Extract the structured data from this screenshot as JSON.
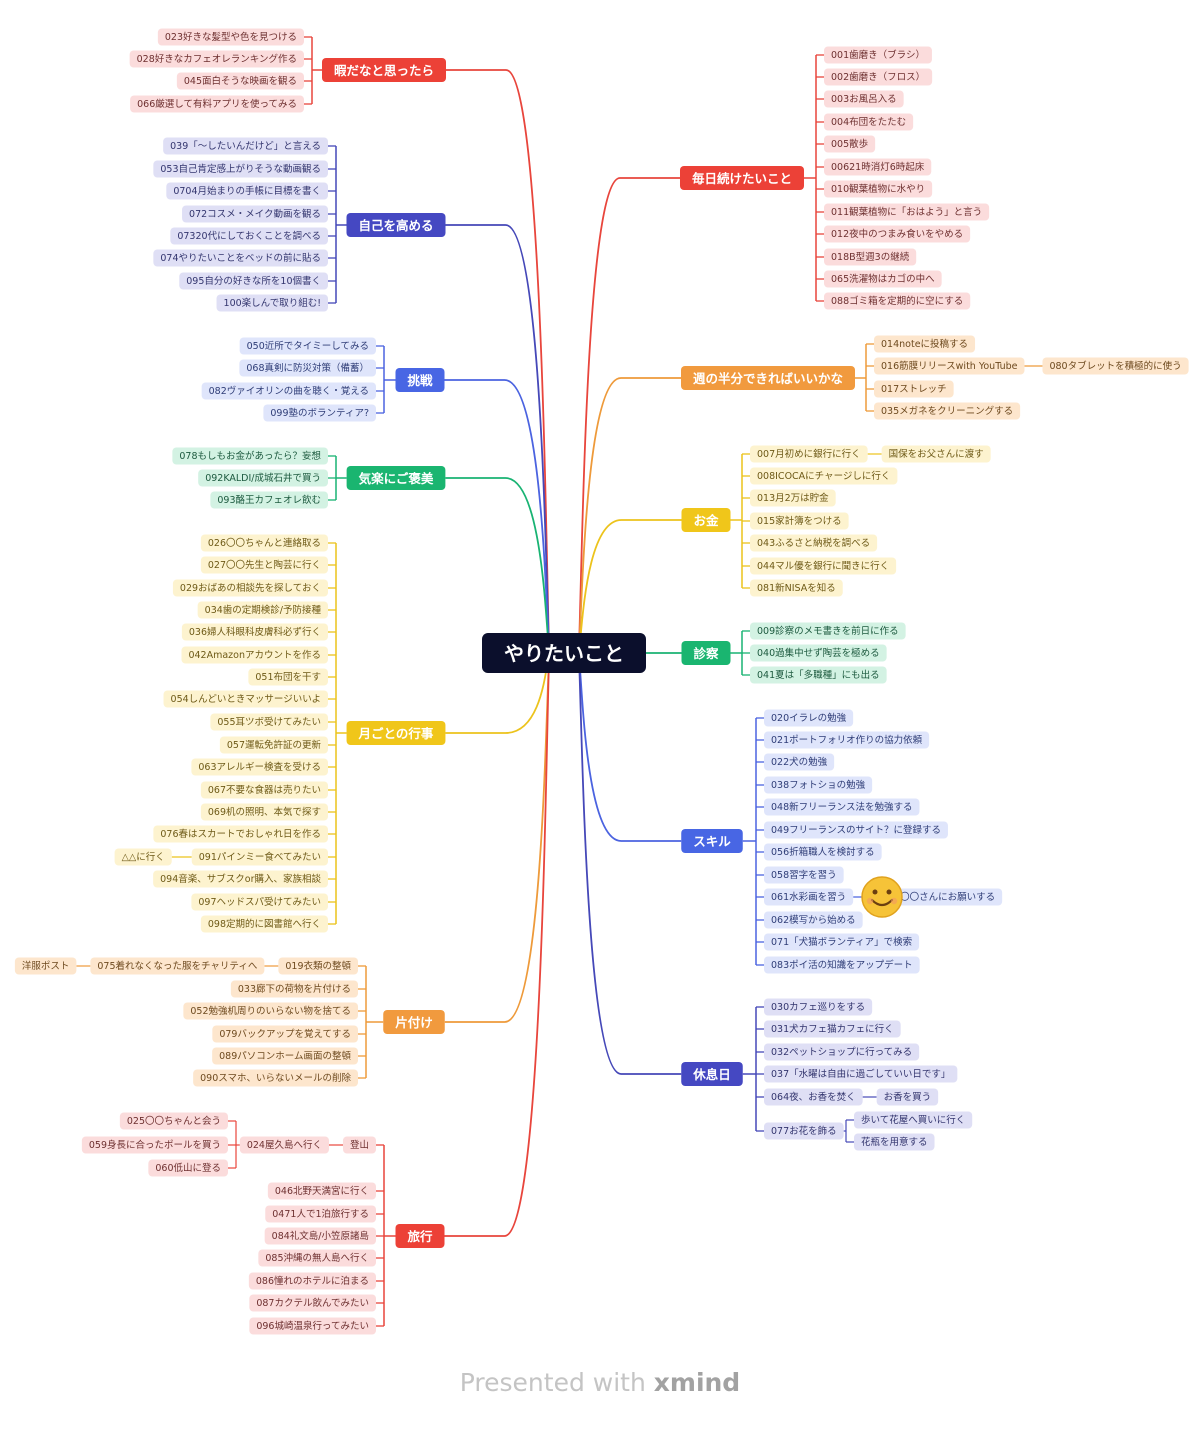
{
  "center": {
    "label": "やりたいこと"
  },
  "colors": {
    "red": {
      "line": "#e8453c",
      "fill": "#ec4137",
      "leaf": "#fbdcdc",
      "leafText": "#6e3030"
    },
    "indigo": {
      "line": "#4548b8",
      "fill": "#4548c2",
      "leaf": "#dfdff5",
      "leafText": "#33356e"
    },
    "blue": {
      "line": "#4b63e0",
      "fill": "#4866e4",
      "leaf": "#dfe5fb",
      "leafText": "#2f3d77"
    },
    "green": {
      "line": "#19b373",
      "fill": "#1ab570",
      "leaf": "#d3f2e3",
      "leafText": "#1d5a3f"
    },
    "yellow": {
      "line": "#ecc31c",
      "fill": "#f0c61a",
      "leaf": "#fdf3cf",
      "leafText": "#6e5a17"
    },
    "orange": {
      "line": "#ee9a3a",
      "fill": "#f19a3e",
      "leaf": "#fde6cd",
      "leafText": "#6e4a1f"
    }
  },
  "branches": [
    {
      "id": "b1",
      "label": "暇だなと思ったら",
      "color": "red",
      "items": [
        {
          "text": "023好きな髪型や色を見つける"
        },
        {
          "text": "028好きなカフェオレランキング作る"
        },
        {
          "text": "045面白そうな映画を観る"
        },
        {
          "text": "066厳選して有料アプリを使ってみる"
        }
      ]
    },
    {
      "id": "b2",
      "label": "自己を高める",
      "color": "indigo",
      "items": [
        {
          "text": "039「〜したいんだけど」と言える"
        },
        {
          "text": "053自己肯定感上がりそうな動画観る"
        },
        {
          "text": "0704月始まりの手帳に目標を書く"
        },
        {
          "text": "072コスメ・メイク動画を観る"
        },
        {
          "text": "07320代にしておくことを調べる"
        },
        {
          "text": "074やりたいことをベッドの前に貼る"
        },
        {
          "text": "095自分の好きな所を10個書く"
        },
        {
          "text": "100楽しんで取り組む!"
        }
      ]
    },
    {
      "id": "b3",
      "label": "挑戦",
      "color": "blue",
      "items": [
        {
          "text": "050近所でタイミーしてみる"
        },
        {
          "text": "068真剣に防災対策（備蓄）"
        },
        {
          "text": "082ヴァイオリンの曲を聴く・覚える"
        },
        {
          "text": "099塾のボランティア?"
        }
      ]
    },
    {
      "id": "b4",
      "label": "気楽にご褒美",
      "color": "green",
      "items": [
        {
          "text": "078もしもお金があったら？妄想"
        },
        {
          "text": "092KALDI/成城石井で買う"
        },
        {
          "text": "093酪王カフェオレ飲む"
        }
      ]
    },
    {
      "id": "b5",
      "label": "月ごとの行事",
      "color": "yellow",
      "items": [
        {
          "text": "026〇〇ちゃんと連絡取る"
        },
        {
          "text": "027〇〇先生と陶芸に行く"
        },
        {
          "text": "029おばあの相談先を探しておく"
        },
        {
          "text": "034歯の定期検診/予防接種"
        },
        {
          "text": "036婦人科眼科皮膚科必ず行く"
        },
        {
          "text": "042Amazonアカウントを作る"
        },
        {
          "text": "051布団を干す"
        },
        {
          "text": "054しんどいときマッサージいいよ"
        },
        {
          "text": "055耳ツボ受けてみたい"
        },
        {
          "text": "057運転免許証の更新"
        },
        {
          "text": "063アレルギー検査を受ける"
        },
        {
          "text": "067不要な食器は売りたい"
        },
        {
          "text": "069机の照明、本気で探す"
        },
        {
          "text": "076春はスカートでおしゃれ日を作る"
        },
        {
          "text": "091パインミー食べてみたい",
          "sub": [
            {
              "text": "△△に行く"
            }
          ]
        },
        {
          "text": "094音楽、サブスクor購入、家族相談"
        },
        {
          "text": "097ヘッドスパ受けてみたい"
        },
        {
          "text": "098定期的に図書館へ行く"
        }
      ]
    },
    {
      "id": "b6",
      "label": "片付け",
      "color": "orange",
      "items": [
        {
          "text": "019衣類の整頓",
          "sub": [
            {
              "text": "075着れなくなった服をチャリティへ",
              "sub": [
                {
                  "text": "洋服ポスト"
                }
              ]
            }
          ]
        },
        {
          "text": "033廊下の荷物を片付ける"
        },
        {
          "text": "052勉強机周りのいらない物を捨てる"
        },
        {
          "text": "079バックアップを覚えてする"
        },
        {
          "text": "089パソコンホーム画面の整頓"
        },
        {
          "text": "090スマホ、いらないメールの削除"
        }
      ]
    },
    {
      "id": "b7",
      "label": "旅行",
      "color": "red",
      "items": [
        {
          "text": "登山",
          "sub": [
            {
              "text": "024屋久島へ行く",
              "sub": [
                {
                  "text": "025〇〇ちゃんと会う"
                },
                {
                  "text": "059身長に合ったポールを買う"
                },
                {
                  "text": "060低山に登る"
                }
              ]
            }
          ]
        },
        {
          "text": "046北野天満宮に行く"
        },
        {
          "text": "0471人で1泊旅行する"
        },
        {
          "text": "084礼文島/小笠原諸島"
        },
        {
          "text": "085沖縄の無人島へ行く"
        },
        {
          "text": "086憧れのホテルに泊まる"
        },
        {
          "text": "087カクテル飲んでみたい"
        },
        {
          "text": "096城崎温泉行ってみたい"
        }
      ]
    },
    {
      "id": "b8",
      "label": "毎日続けたいこと",
      "color": "red",
      "items": [
        {
          "text": "001歯磨き（ブラシ）"
        },
        {
          "text": "002歯磨き（フロス）"
        },
        {
          "text": "003お風呂入る"
        },
        {
          "text": "004布団をたたむ"
        },
        {
          "text": "005散歩"
        },
        {
          "text": "00621時消灯6時起床"
        },
        {
          "text": "010観葉植物に水やり"
        },
        {
          "text": "011観葉植物に「おはよう」と言う"
        },
        {
          "text": "012夜中のつまみ食いをやめる"
        },
        {
          "text": "018B型週3の継続"
        },
        {
          "text": "065洗濯物はカゴの中へ"
        },
        {
          "text": "088ゴミ箱を定期的に空にする"
        }
      ]
    },
    {
      "id": "b9",
      "label": "週の半分できればいいかな",
      "color": "orange",
      "items": [
        {
          "text": "014noteに投稿する"
        },
        {
          "text": "016筋膜リリースwith YouTube",
          "sub": [
            {
              "text": "080タブレットを積極的に使う"
            }
          ]
        },
        {
          "text": "017ストレッチ"
        },
        {
          "text": "035メガネをクリーニングする"
        }
      ]
    },
    {
      "id": "b10",
      "label": "お金",
      "color": "yellow",
      "items": [
        {
          "text": "007月初めに銀行に行く",
          "sub": [
            {
              "text": "国保をお父さんに渡す"
            }
          ]
        },
        {
          "text": "008ICOCAにチャージしに行く"
        },
        {
          "text": "013月2万は貯金"
        },
        {
          "text": "015家計簿をつける"
        },
        {
          "text": "043ふるさと納税を調べる"
        },
        {
          "text": "044マル優を銀行に聞きに行く"
        },
        {
          "text": "081新NISAを知る"
        }
      ]
    },
    {
      "id": "b11",
      "label": "診察",
      "color": "green",
      "items": [
        {
          "text": "009診察のメモ書きを前日に作る"
        },
        {
          "text": "040過集中せず陶芸を極める"
        },
        {
          "text": "041夏は「多職種」にも出る"
        }
      ]
    },
    {
      "id": "b12",
      "label": "スキル",
      "color": "blue",
      "items": [
        {
          "text": "020イラレの勉強"
        },
        {
          "text": "021ポートフォリオ作りの協力依頼"
        },
        {
          "text": "022犬の勉強"
        },
        {
          "text": "038フォトショの勉強"
        },
        {
          "text": "048新フリーランス法を勉強する"
        },
        {
          "text": "049フリーランスのサイト？に登録する"
        },
        {
          "text": "056折箱職人を検討する"
        },
        {
          "text": "058習字を習う"
        },
        {
          "text": "061水彩画を習う",
          "sub": [
            {
              "text": "〇〇さんにお願いする"
            }
          ]
        },
        {
          "text": "062模写から始める"
        },
        {
          "text": "071「犬猫ボランティア」で検索"
        },
        {
          "text": "083ポイ活の知識をアップデート"
        }
      ]
    },
    {
      "id": "b13",
      "label": "休息日",
      "color": "indigo",
      "items": [
        {
          "text": "030カフェ巡りをする"
        },
        {
          "text": "031犬カフェ猫カフェに行く"
        },
        {
          "text": "032ペットショップに行ってみる"
        },
        {
          "text": "037「水曜は自由に過ごしていい日です」"
        },
        {
          "text": "064夜、お香を焚く",
          "sub": [
            {
              "text": "お香を買う"
            }
          ]
        },
        {
          "text": "077お花を飾る",
          "sub": [
            {
              "text": "歩いて花屋へ買いに行く"
            },
            {
              "text": "花瓶を用意する"
            }
          ]
        }
      ]
    }
  ],
  "footer": {
    "prefix": "Presented with ",
    "brand": "xmind"
  }
}
